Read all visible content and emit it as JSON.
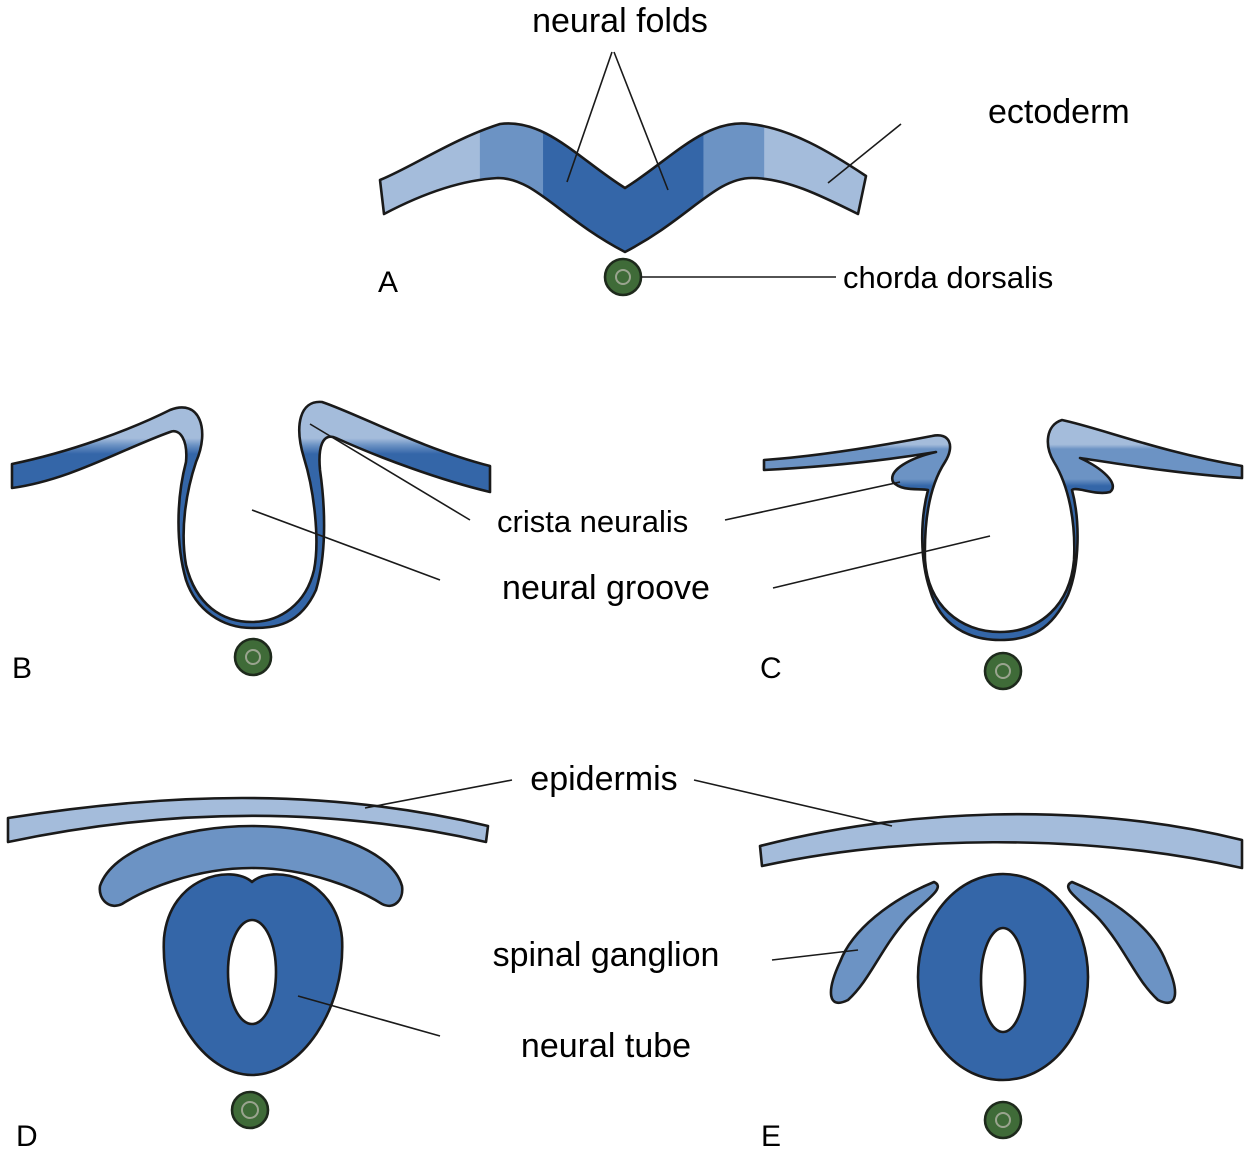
{
  "colors": {
    "ectoderm": "#a4bcdb",
    "mid_blue": "#6c93c4",
    "neural": "#3466a8",
    "chorda": "#3f6b38"
  },
  "labels": {
    "neural_folds": "neural folds",
    "ectoderm": "ectoderm",
    "chorda_dorsalis": "chorda dorsalis",
    "crista_neuralis": "crista neuralis",
    "neural_groove": "neural groove",
    "epidermis": "epidermis",
    "spinal_ganglion": "spinal ganglion",
    "neural_tube": "neural tube"
  },
  "panels": {
    "a": "A",
    "b": "B",
    "c": "C",
    "d": "D",
    "e": "E"
  }
}
